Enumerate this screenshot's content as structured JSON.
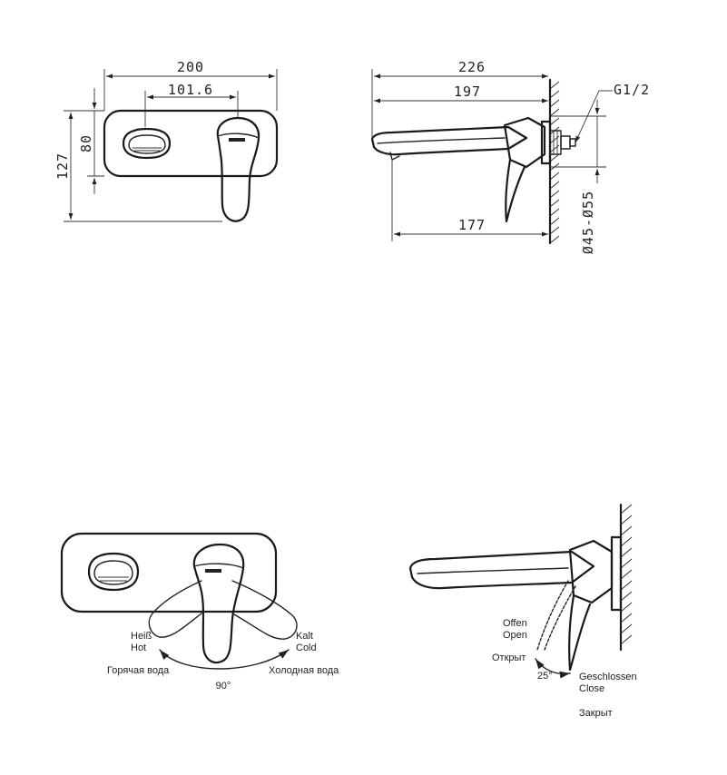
{
  "top_views": {
    "front_view": {
      "dim_width": "200",
      "dim_spacing": "101.6",
      "dim_height": "127",
      "dim_plate": "80"
    },
    "side_view": {
      "dim_total": "226",
      "dim_spout": "197",
      "dim_reach": "177",
      "dim_thread": "G1/2",
      "dim_diameter": "Ø45-Ø55"
    }
  },
  "bottom_views": {
    "rotation": {
      "left_label_1": "Heiß",
      "left_label_2": "Hot",
      "left_label_3": "Горячая вода",
      "right_label_1": "Kalt",
      "right_label_2": "Cold",
      "right_label_3": "Холодная вода",
      "angle": "90°"
    },
    "lever": {
      "open_1": "Offen",
      "open_2": "Open",
      "open_3": "Открыт",
      "closed_1": "Geschlossen",
      "closed_2": "Close",
      "closed_3": "Закрыт",
      "angle": "25°"
    }
  },
  "colors": {
    "line": "#222222",
    "background": "#ffffff"
  }
}
